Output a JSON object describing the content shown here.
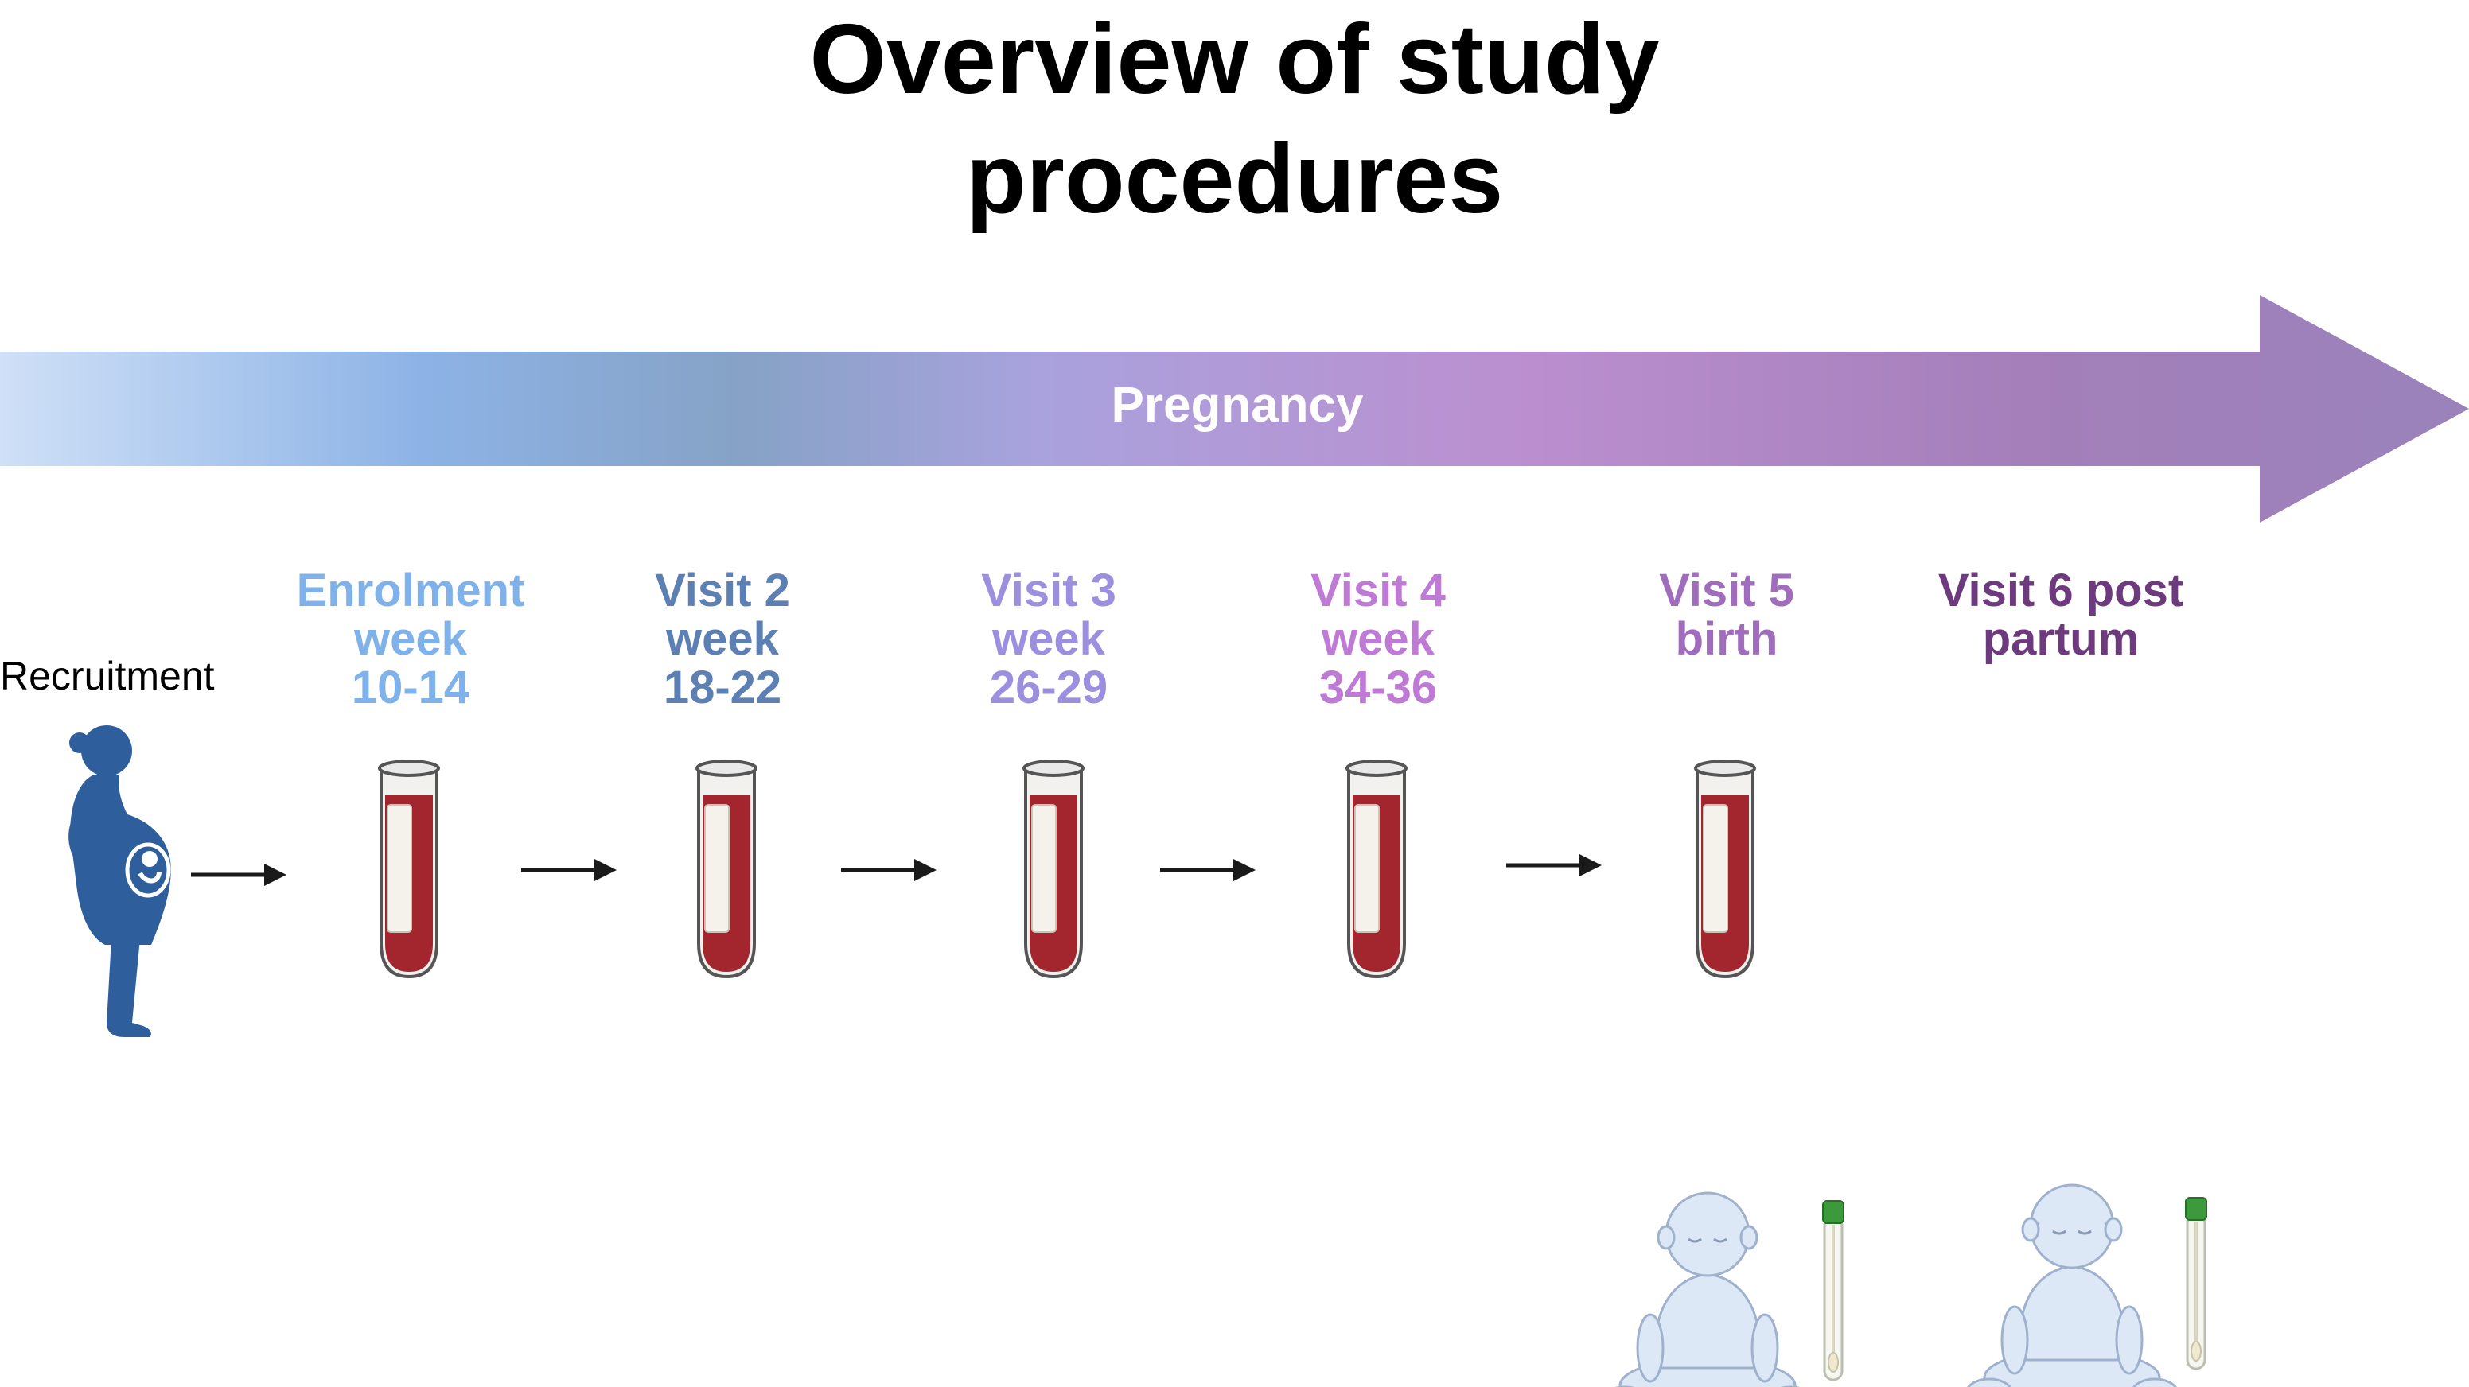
{
  "title": {
    "line1": "Overview of study",
    "line2": "procedures"
  },
  "timeline": {
    "label": "Pregnancy",
    "gradient": [
      "#cfe0f7",
      "#8db3e6",
      "#86a2c6",
      "#a9a2dd",
      "#bb8fcf",
      "#a47fba",
      "#9a82bb"
    ]
  },
  "recruitment": {
    "label": "Recruitment",
    "figure_icon": "pregnant-woman-icon",
    "color": "#2e5f9c"
  },
  "visits": [
    {
      "lines": [
        "Enrolment",
        "week",
        "10-14"
      ],
      "color": "#7fb1ea",
      "sample_icon": "blood-tube-icon"
    },
    {
      "lines": [
        "Visit 2",
        "week",
        "18-22"
      ],
      "color": "#5d80b4",
      "sample_icon": "blood-tube-icon"
    },
    {
      "lines": [
        "Visit 3",
        "week",
        "26-29"
      ],
      "color": "#9c8fe0",
      "sample_icon": "blood-tube-icon"
    },
    {
      "lines": [
        "Visit 4",
        "week",
        "34-36"
      ],
      "color": "#bf7ad6",
      "sample_icon": "blood-tube-icon"
    },
    {
      "lines": [
        "Visit 5",
        "birth"
      ],
      "color": "#a06dbd",
      "sample_icon": "blood-tube-icon",
      "infant_icon": "infant-icon",
      "swab_icon": "swab-tube-icon"
    },
    {
      "lines": [
        "Visit 6 post",
        "partum"
      ],
      "color": "#6d3a7e",
      "infant_icon": "infant-icon",
      "swab_icon": "swab-tube-icon"
    }
  ],
  "colors": {
    "blood": "#a3262e",
    "tube_glass": "#f2f1ee",
    "arrow": "#1a1a1a",
    "infant": "#dde8f7",
    "swab_cap": "#3c9a3c"
  }
}
